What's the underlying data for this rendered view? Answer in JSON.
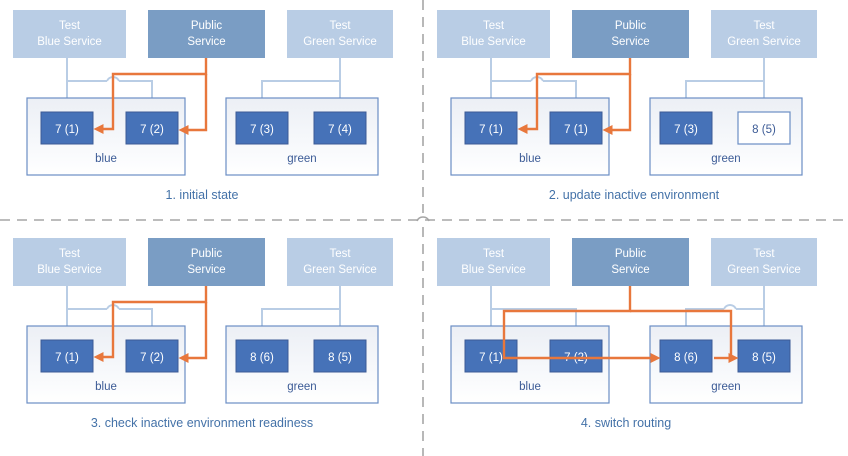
{
  "meta": {
    "title": "Blue-green deployment sequence",
    "colors": {
      "service_light": "#b9cde5",
      "service_dark": "#7a9dc4",
      "node_fill": "#4672b8",
      "node_border": "#3c5b96",
      "env_fill": "#f2f5fa",
      "env_border": "#6b8ec4",
      "connector": "#b9cde5",
      "route": "#e8773c",
      "caption": "#4472a8",
      "divider": "#a6a6a6",
      "white": "#ffffff"
    },
    "icons": {
      "arrow_head": "arrow-head-icon",
      "line_hop": "line-hop-icon",
      "dashed_divider": "dashed-divider-icon"
    }
  },
  "panels": [
    {
      "id": "panel-1",
      "caption": "1. initial state",
      "services": [
        {
          "id": "test-blue-service",
          "line1": "Test",
          "line2": "Blue Service",
          "variant": "light"
        },
        {
          "id": "public-service",
          "line1": "Public",
          "line2": "Service",
          "variant": "dark"
        },
        {
          "id": "test-green-service",
          "line1": "Test",
          "line2": "Green Service",
          "variant": "light"
        }
      ],
      "environments": [
        {
          "id": "env-blue",
          "label": "blue",
          "nodes": [
            {
              "id": "node-blue-1",
              "label": "7 (1)",
              "style": "filled"
            },
            {
              "id": "node-blue-2",
              "label": "7 (2)",
              "style": "filled"
            }
          ]
        },
        {
          "id": "env-green",
          "label": "green",
          "nodes": [
            {
              "id": "node-green-1",
              "label": "7 (3)",
              "style": "filled"
            },
            {
              "id": "node-green-2",
              "label": "7 (4)",
              "style": "filled"
            }
          ]
        }
      ],
      "routing": {
        "target_env": "blue",
        "public_arrows": 2
      }
    },
    {
      "id": "panel-2",
      "caption": "2. update inactive environment",
      "services": [
        {
          "id": "test-blue-service",
          "line1": "Test",
          "line2": "Blue Service",
          "variant": "light"
        },
        {
          "id": "public-service",
          "line1": "Public",
          "line2": "Service",
          "variant": "dark"
        },
        {
          "id": "test-green-service",
          "line1": "Test",
          "line2": "Green Service",
          "variant": "light"
        }
      ],
      "environments": [
        {
          "id": "env-blue",
          "label": "blue",
          "nodes": [
            {
              "id": "node-blue-1",
              "label": "7 (1)",
              "style": "filled"
            },
            {
              "id": "node-blue-2",
              "label": "7 (1)",
              "style": "filled"
            }
          ]
        },
        {
          "id": "env-green",
          "label": "green",
          "nodes": [
            {
              "id": "node-green-1",
              "label": "7 (3)",
              "style": "filled"
            },
            {
              "id": "node-green-2",
              "label": "8 (5)",
              "style": "outline"
            }
          ]
        }
      ],
      "routing": {
        "target_env": "blue",
        "public_arrows": 2
      }
    },
    {
      "id": "panel-3",
      "caption": "3. check inactive environment readiness",
      "services": [
        {
          "id": "test-blue-service",
          "line1": "Test",
          "line2": "Blue Service",
          "variant": "light"
        },
        {
          "id": "public-service",
          "line1": "Public",
          "line2": "Service",
          "variant": "dark"
        },
        {
          "id": "test-green-service",
          "line1": "Test",
          "line2": "Green Service",
          "variant": "light"
        }
      ],
      "environments": [
        {
          "id": "env-blue",
          "label": "blue",
          "nodes": [
            {
              "id": "node-blue-1",
              "label": "7 (1)",
              "style": "filled"
            },
            {
              "id": "node-blue-2",
              "label": "7 (2)",
              "style": "filled"
            }
          ]
        },
        {
          "id": "env-green",
          "label": "green",
          "nodes": [
            {
              "id": "node-green-1",
              "label": "8 (6)",
              "style": "filled"
            },
            {
              "id": "node-green-2",
              "label": "8 (5)",
              "style": "filled"
            }
          ]
        }
      ],
      "routing": {
        "target_env": "blue",
        "public_arrows": 2
      }
    },
    {
      "id": "panel-4",
      "caption": "4. switch routing",
      "services": [
        {
          "id": "test-blue-service",
          "line1": "Test",
          "line2": "Blue Service",
          "variant": "light"
        },
        {
          "id": "public-service",
          "line1": "Public",
          "line2": "Service",
          "variant": "dark"
        },
        {
          "id": "test-green-service",
          "line1": "Test",
          "line2": "Green Service",
          "variant": "light"
        }
      ],
      "environments": [
        {
          "id": "env-blue",
          "label": "blue",
          "nodes": [
            {
              "id": "node-blue-1",
              "label": "7 (1)",
              "style": "filled"
            },
            {
              "id": "node-blue-2",
              "label": "7 (2)",
              "style": "filled"
            }
          ]
        },
        {
          "id": "env-green",
          "label": "green",
          "nodes": [
            {
              "id": "node-green-1",
              "label": "8 (6)",
              "style": "filled"
            },
            {
              "id": "node-green-2",
              "label": "8 (5)",
              "style": "filled"
            }
          ]
        }
      ],
      "routing": {
        "target_env": "green",
        "public_arrows": 2
      }
    }
  ]
}
